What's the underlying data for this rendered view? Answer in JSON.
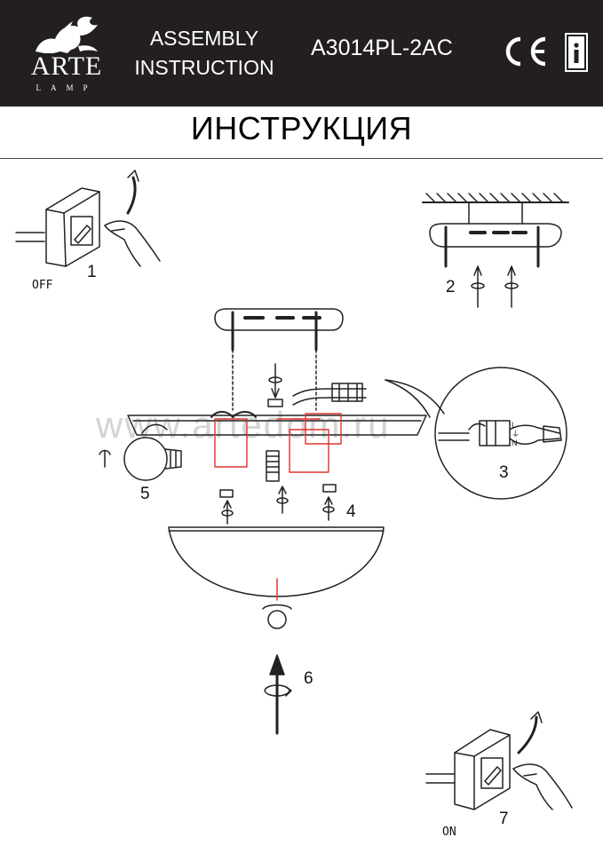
{
  "header": {
    "brand_name": "ARTE",
    "brand_sub": "LAMP",
    "doc_line1": "ASSEMBLY",
    "doc_line2": "INSTRUCTION",
    "model": "A3014PL-2AC",
    "cert_mark": "CE",
    "info_mark": "i"
  },
  "title": "ИНСТРУКЦИЯ",
  "watermark": "www.artedom.ru",
  "steps": [
    {
      "number": "1",
      "state": "OFF"
    },
    {
      "number": "2"
    },
    {
      "number": "3"
    },
    {
      "number": "4"
    },
    {
      "number": "5"
    },
    {
      "number": "6"
    },
    {
      "number": "7",
      "state": "ON"
    }
  ],
  "terminal_labels": [
    "L",
    "⏚",
    "N"
  ],
  "colors": {
    "header_bg": "#231f20",
    "highlight": "#e0332f",
    "line": "#222222"
  }
}
